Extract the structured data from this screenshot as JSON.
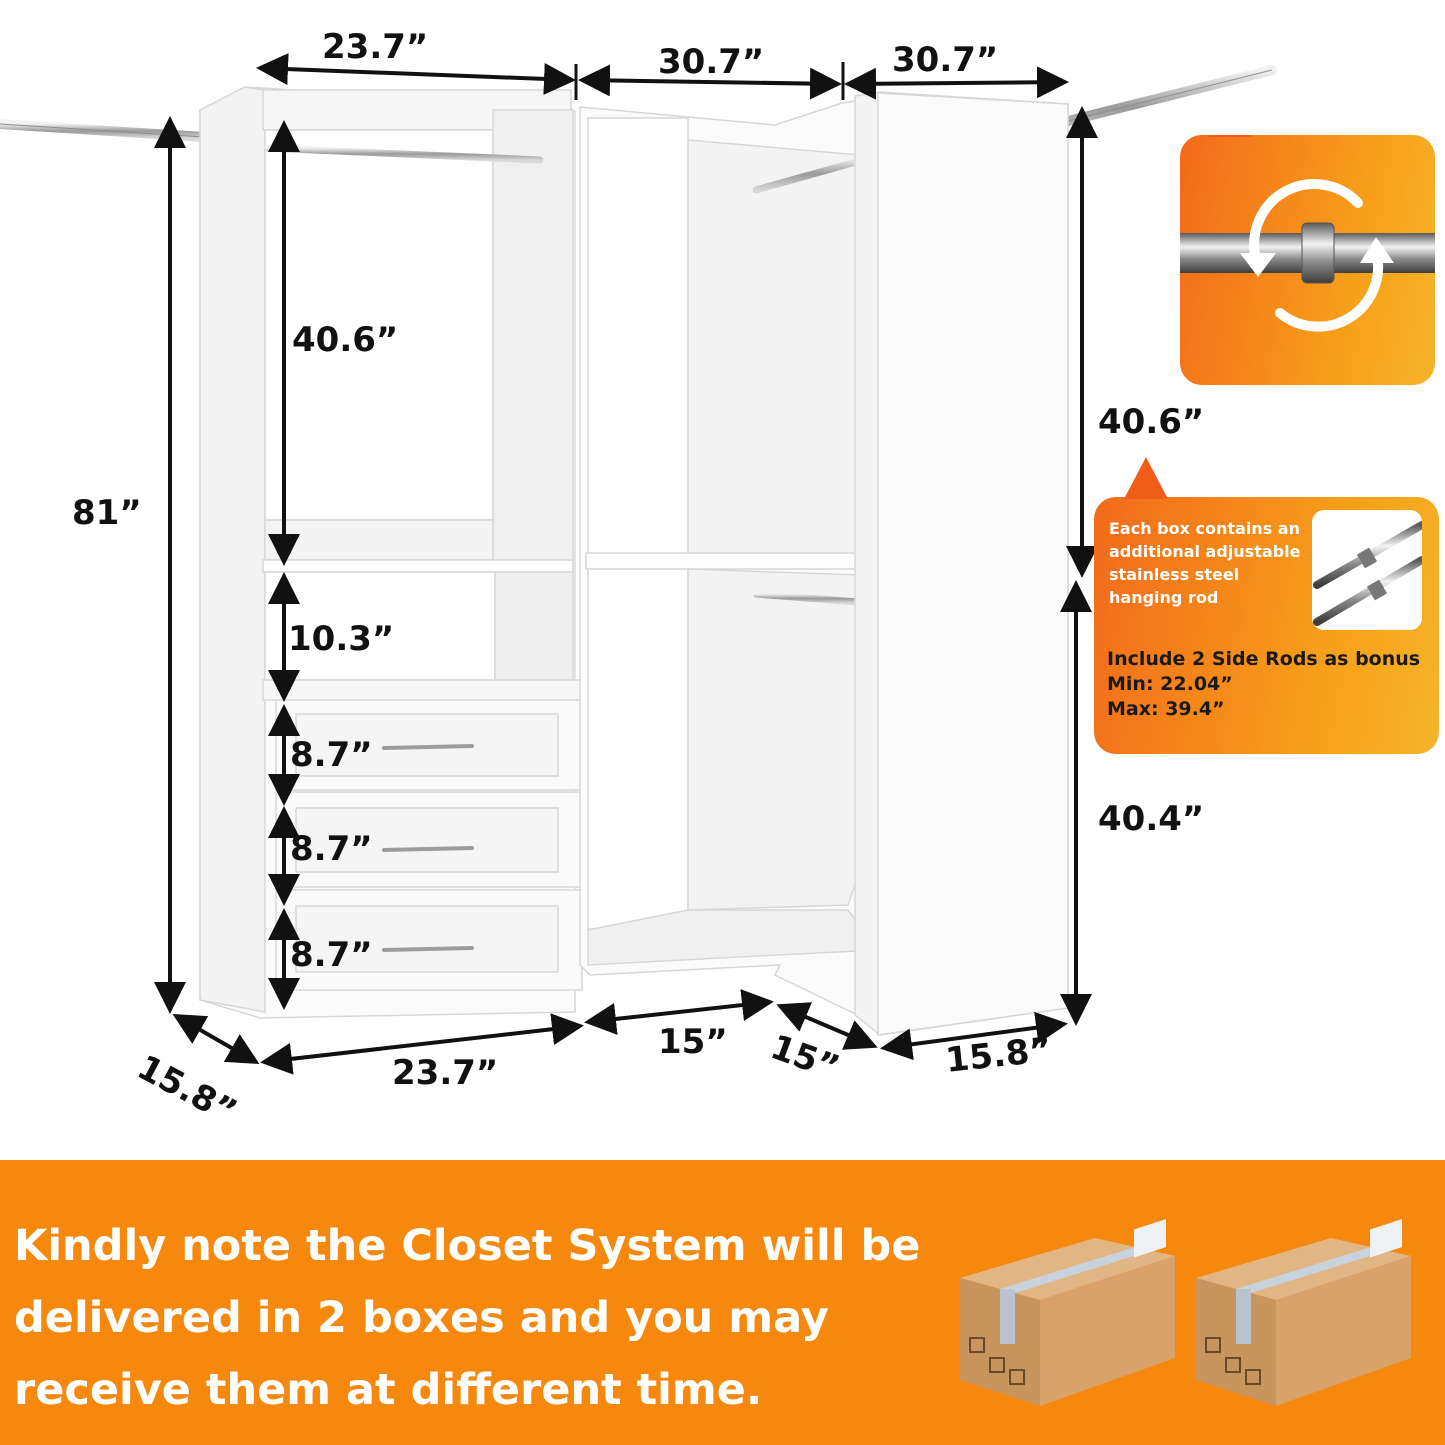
{
  "dimensions": {
    "top_left_width": "23.7”",
    "top_middle_width": "30.7”",
    "top_right_width": "30.7”",
    "total_height": "81”",
    "upper_hanging_left": "40.6”",
    "open_shelf": "10.3”",
    "drawer_1": "8.7”",
    "drawer_2": "8.7”",
    "drawer_3": "8.7”",
    "right_upper": "40.6”",
    "right_lower": "40.4”",
    "bottom_depth_left": "15.8”",
    "bottom_width_left": "23.7”",
    "bottom_corner_1": "15”",
    "bottom_corner_2": "15”",
    "bottom_depth_right": "15.8”"
  },
  "callout": {
    "text": "Each box contains an additional adjustable stainless steel hanging rod",
    "bonus": "Include 2 Side Rods as bonus",
    "min": "Min: 22.04”",
    "max": "Max: 39.4”"
  },
  "banner": {
    "text": "Kindly note the Closet System will be delivered in 2 boxes and you may receive them at different time."
  },
  "colors": {
    "banner": "#f7880e",
    "callout_start": "#f26a1b",
    "callout_end": "#f4b42a",
    "dimension_text": "#111111"
  },
  "icons": {
    "rotate": "rotate-arrows-icon",
    "box": "shipping-box-icon"
  }
}
